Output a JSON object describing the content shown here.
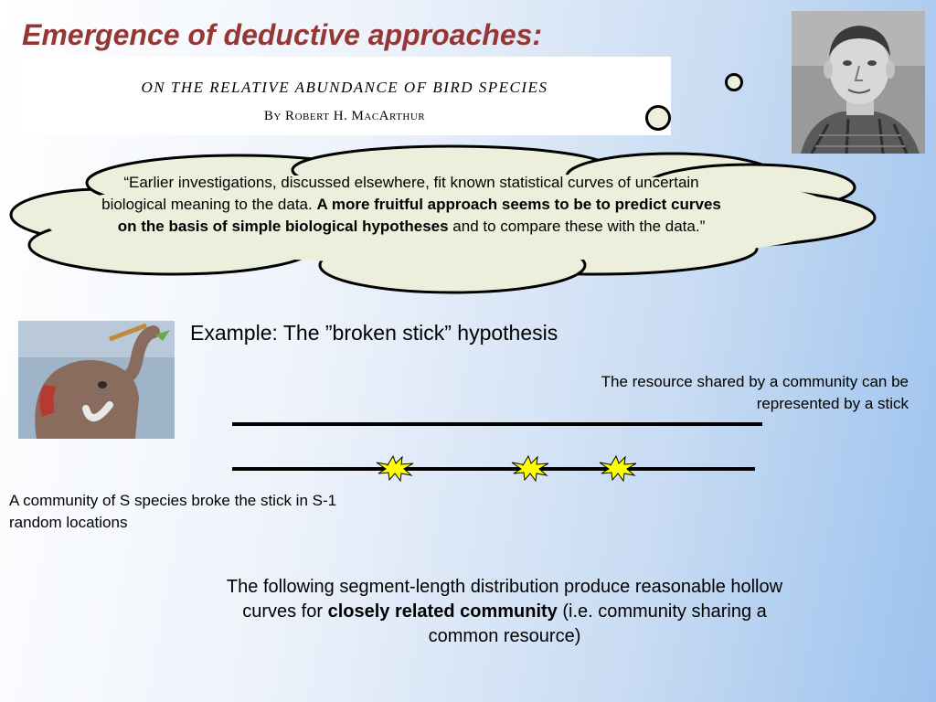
{
  "slide": {
    "title": "Emergence of deductive approaches:"
  },
  "paper": {
    "title": "ON THE RELATIVE ABUNDANCE OF BIRD SPECIES",
    "author": "By Robert H. MacArthur"
  },
  "quote": {
    "part1": "“Earlier investigations, discussed elsewhere, fit known statistical curves of uncertain biological meaning to the data. ",
    "bold": "A more fruitful approach seems to be to predict curves on the basis of simple biological hypotheses",
    "part2": " and to compare these with the data.”"
  },
  "example": {
    "heading": "Example: The ”broken stick” hypothesis",
    "resource_note": "The resource shared by a community can be represented by a stick",
    "community_note": "A community of S species broke the stick in S-1 random locations"
  },
  "distribution": {
    "part1": "The following segment-length distribution produce reasonable hollow curves for ",
    "bold": "closely related community",
    "part2": " (i.e. community sharing a common resource)"
  },
  "colors": {
    "title": "#953735",
    "cloud_fill": "#ecefdc",
    "break_star": "#ffff00"
  },
  "images": {
    "photo": "portrait-photo",
    "cartoon": "elephant-cartoon"
  }
}
